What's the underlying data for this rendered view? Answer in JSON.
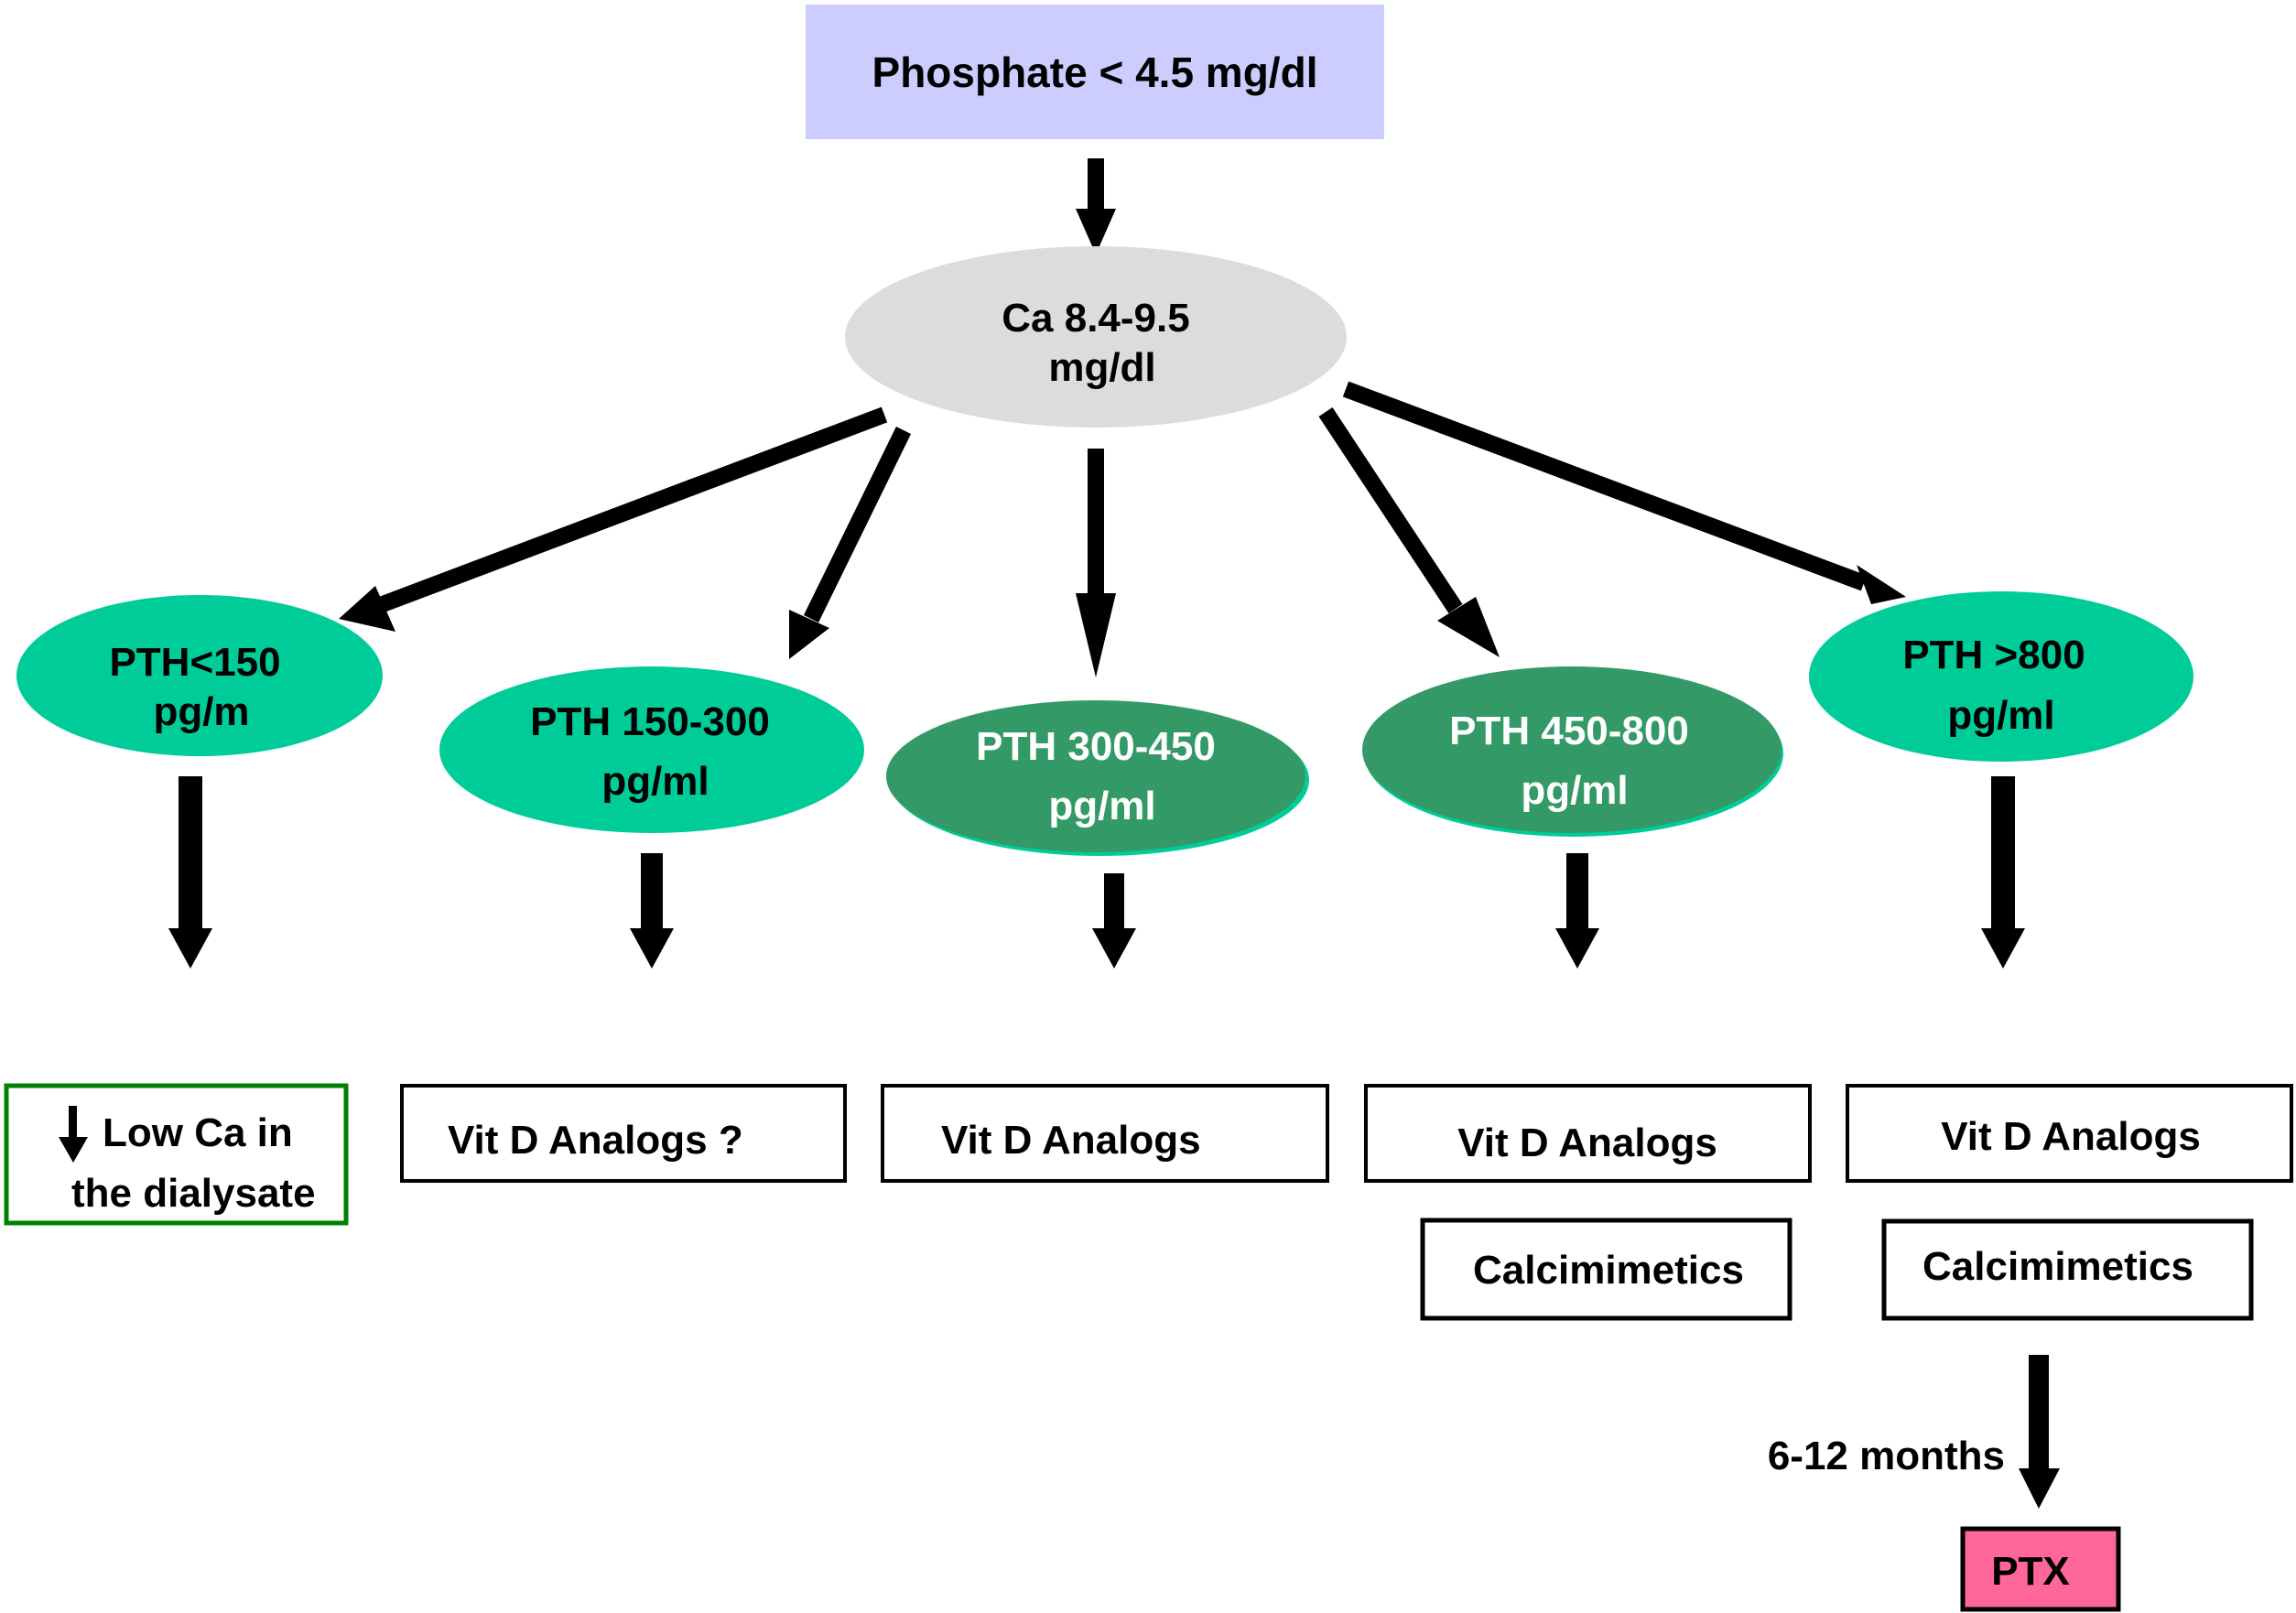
{
  "title_node": {
    "label": "Phosphate  <  4.5 mg/dl",
    "color": "#ccccff"
  },
  "calcium_node": {
    "line1": "Ca 8.4-9.5",
    "line2": "mg/dl",
    "color": "#dcdcdc"
  },
  "pth_nodes": [
    {
      "line1": "PTH<150",
      "line2": "pg/m",
      "fill": "#00cc99",
      "text_color": "#000000"
    },
    {
      "line1": "PTH 150-300",
      "line2": "pg/ml",
      "fill": "#00cc99",
      "text_color": "#000000"
    },
    {
      "line1": "PTH 300-450",
      "line2": "pg/ml",
      "fill": "#339966",
      "text_color": "#ffffff"
    },
    {
      "line1": "PTH 450-800",
      "line2": "pg/ml",
      "fill": "#339966",
      "text_color": "#ffffff"
    },
    {
      "line1": "PTH >800",
      "line2": "pg/ml",
      "fill": "#00cc99",
      "text_color": "#000000"
    }
  ],
  "treatments": {
    "low_ca": {
      "line1": "Low Ca in",
      "line2": "the dialysate",
      "border": "#008000",
      "icon": "down-arrow-icon"
    },
    "vitd_question": "Vit D Analogs ?",
    "vitd_300_450": "Vit D Analogs",
    "vitd_450_800": "Vit D Analogs",
    "calcimimetics_450_800": "Calcimimetics",
    "vitd_800": "Vit D Analogs",
    "calcimimetics_800": "Calcimimetics"
  },
  "duration_label": "6-12 months",
  "ptx_node": {
    "label": "PTX",
    "color": "#ff6699"
  }
}
